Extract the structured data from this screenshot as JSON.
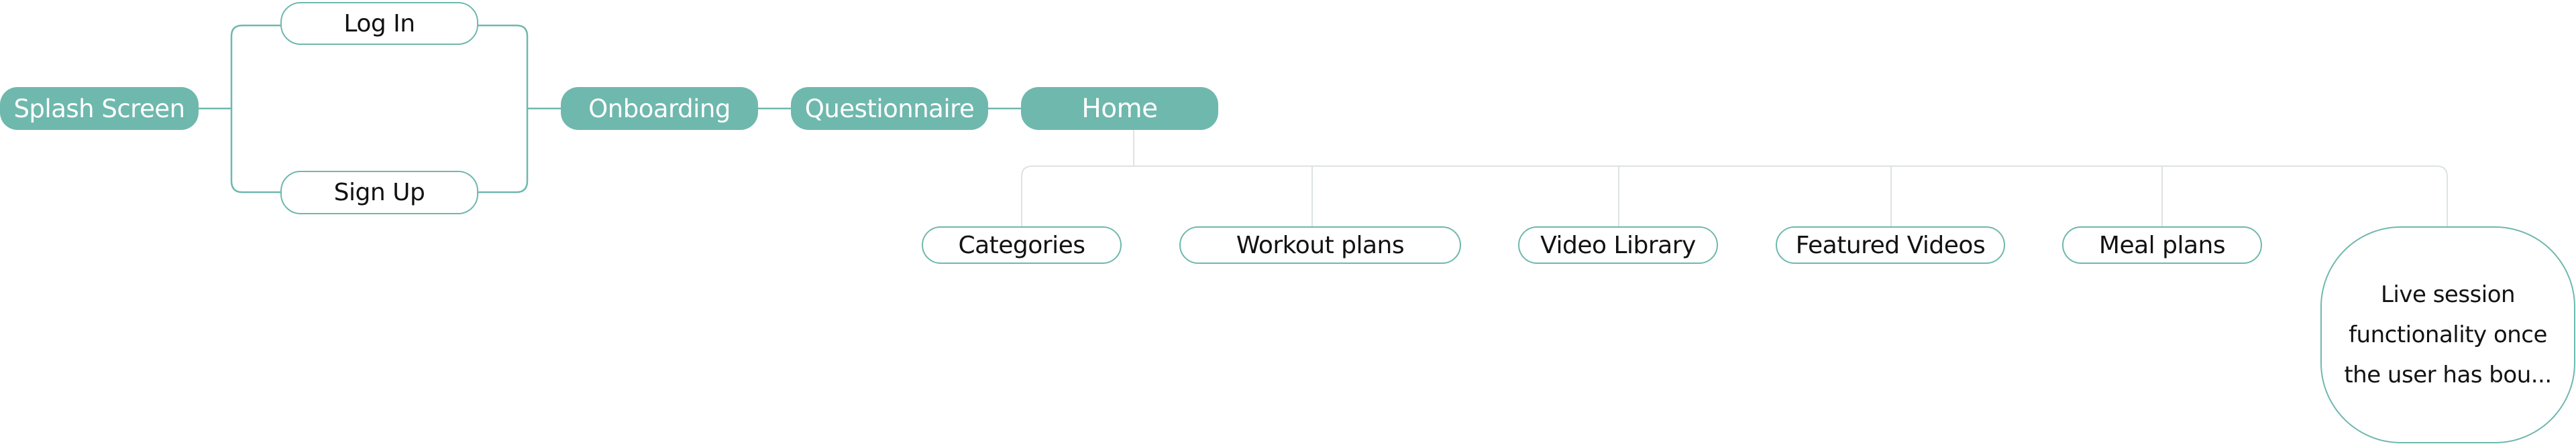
{
  "colors": {
    "accent": "#6fb8ad",
    "connector_main": "#6fb8ad",
    "connector_tree": "#dde3e2",
    "text": "#121212",
    "text_on_accent": "#ffffff"
  },
  "nodes": {
    "splash_screen": "Splash Screen",
    "log_in": "Log In",
    "sign_up": "Sign Up",
    "onboarding": "Onboarding",
    "questionnaire": "Questionnaire",
    "home": "Home",
    "categories": "Categories",
    "workout_plans": "Workout plans",
    "video_library": "Video Library",
    "featured_videos": "Featured Videos",
    "meal_plans": "Meal plans",
    "live_session": {
      "line1": "Live session",
      "line2": "functionality once",
      "line3": "the user has bou..."
    }
  }
}
